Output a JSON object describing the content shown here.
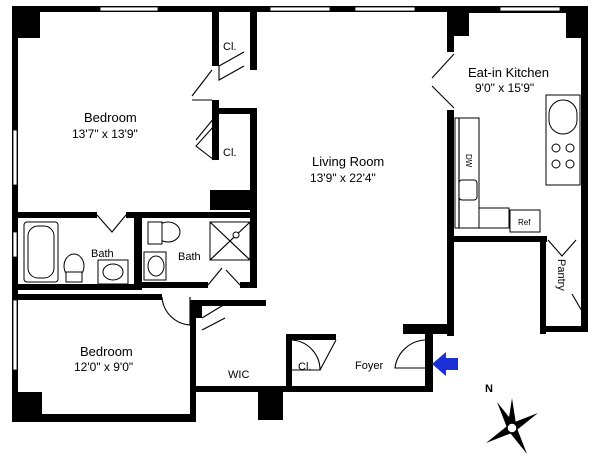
{
  "rooms": {
    "bedroom1": {
      "name": "Bedroom",
      "dims": "13'7\" x 13'9\""
    },
    "living": {
      "name": "Living Room",
      "dims": "13'9\" x 22'4\""
    },
    "kitchen": {
      "name": "Eat-in Kitchen",
      "dims": "9'0\" x 15'9\""
    },
    "bedroom2": {
      "name": "Bedroom",
      "dims": "12'0\" x 9'0\""
    },
    "bath1": {
      "name": "Bath"
    },
    "bath2": {
      "name": "Bath"
    },
    "closet1": {
      "name": "Cl."
    },
    "closet2": {
      "name": "Cl."
    },
    "closet3": {
      "name": "Cl."
    },
    "wic": {
      "name": "WIC"
    },
    "foyer": {
      "name": "Foyer"
    },
    "pantry": {
      "name": "Pantry"
    }
  },
  "appliances": {
    "dishwasher": "DW",
    "refrigerator": "Ref"
  },
  "compass": {
    "label": "N"
  },
  "colors": {
    "entry_arrow": "#1a2fd6",
    "walls": "#000000"
  }
}
